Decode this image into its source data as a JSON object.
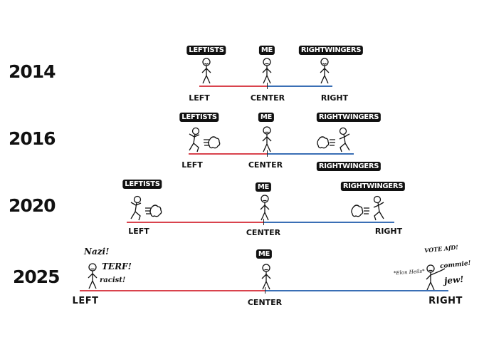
{
  "years": [
    "2014",
    "2016",
    "2020",
    "2025"
  ],
  "axis": {
    "left": "LEFT",
    "center": "CENTER",
    "right": "RIGHT"
  },
  "tags": {
    "leftists": "LEFTISTS",
    "me": "ME",
    "rightwingers": "RIGHTWINGERS"
  },
  "insults_left": [
    "Nazi!",
    "TERF!",
    "racist!"
  ],
  "insults_right": [
    "VOTE AfD!",
    "commie!",
    "*Elon Heils*",
    "jew!"
  ],
  "colors": {
    "left_line": "#d9434d",
    "right_line": "#3a6fb5",
    "ink": "#111111"
  }
}
